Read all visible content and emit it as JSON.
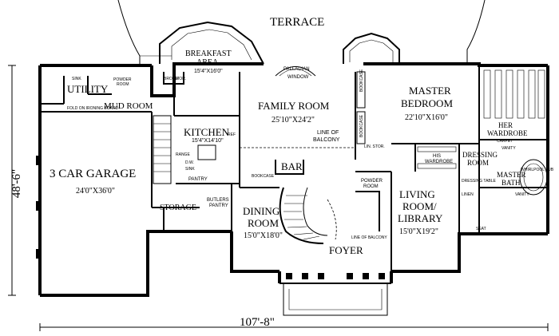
{
  "terrace": "TERRACE",
  "dimensions": {
    "depth": "48'-6\"",
    "width": "107'-8\""
  },
  "rooms": {
    "breakfast": {
      "name1": "BREAKFAST",
      "name2": "AREA",
      "size": "15'4\"X16'0\""
    },
    "palladian": {
      "name1": "PALLADIAN",
      "name2": "WINDOW"
    },
    "family": {
      "name": "FAMILY ROOM",
      "size": "25'10\"X24'2\""
    },
    "master": {
      "name1": "MASTER",
      "name2": "BEDROOM",
      "size": "22'10\"X16'0\""
    },
    "utility": {
      "name": "UTILITY"
    },
    "powder_upper": {
      "name1": "POWDER",
      "name2": "ROOM"
    },
    "mud": {
      "name": "MUD ROOM"
    },
    "kitchen": {
      "name": "KITCHEN",
      "size": "15'4\"X14'10\""
    },
    "garage": {
      "name": "3 CAR GARAGE",
      "size": "24'0\"X36'0\""
    },
    "storage": {
      "name": "STORAGE"
    },
    "butlers": {
      "name1": "BUTLERS",
      "name2": "PANTRY"
    },
    "pantry": {
      "name": "PANTRY"
    },
    "dining": {
      "name1": "DINING",
      "name2": "ROOM",
      "size": "15'0\"X18'0\""
    },
    "bar": {
      "name": "BAR"
    },
    "foyer": {
      "name": "FOYER"
    },
    "powder_lower": {
      "name1": "POWDER",
      "name2": "ROOM"
    },
    "living": {
      "name1": "LIVING",
      "name2": "ROOM/",
      "name3": "LIBRARY",
      "size": "15'0\"X19'2\""
    },
    "his_wardrobe": {
      "name1": "HIS",
      "name2": "WARDROBE"
    },
    "her_wardrobe": {
      "name1": "HER",
      "name2": "WARDROBE"
    },
    "dressing": {
      "name1": "DRESSING",
      "name2": "ROOM"
    },
    "master_bath": {
      "name1": "MASTER",
      "name2": "BATH"
    }
  },
  "notes": {
    "line_of_balcony_1": "LINE OF",
    "line_of_balcony_2": "BALCONY",
    "line_of_balcony_small": "LINE OF BALCONY",
    "bookcase": "BOOKCASE",
    "broom": "BROOM",
    "stor": "STOR.",
    "lin_stor": "LIN. STOR.",
    "dressing_table": "DRESSING TABLE",
    "vanity": "VANITY",
    "whirlpool_tub": "WHIRLPOOL TUB",
    "carpet": "CARPET",
    "seat": "SEAT",
    "sink": "SINK",
    "linen": "LINEN",
    "fold_on_ironing_board": "FOLD ON IRONING BOARD",
    "range": "RANGE",
    "ref": "REF",
    "dw": "D.W.",
    "sink_kitchen": "SINK"
  }
}
